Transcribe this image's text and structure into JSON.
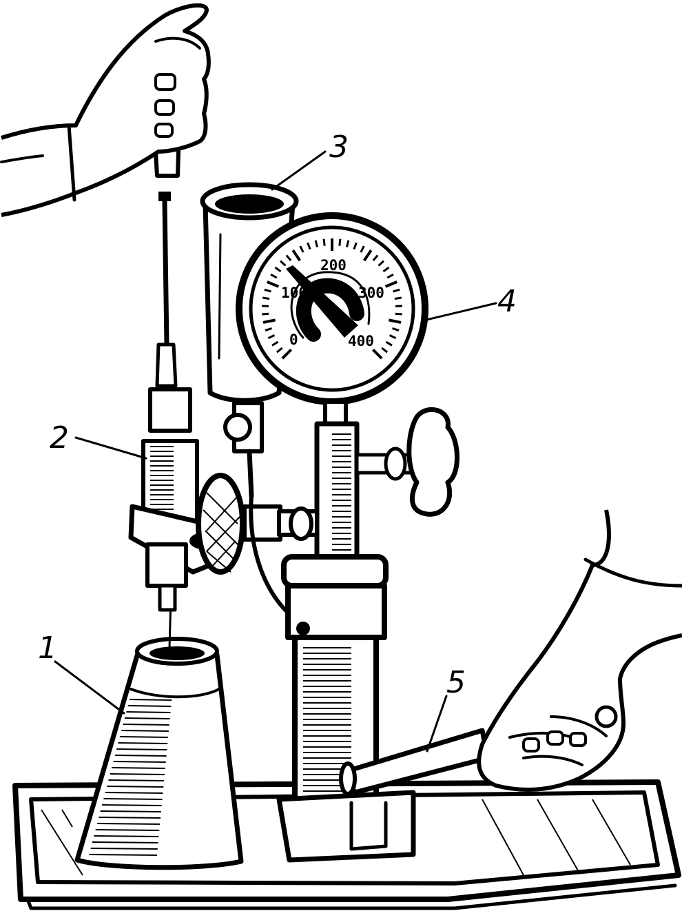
{
  "callouts": {
    "c1": "1",
    "c2": "2",
    "c3": "3",
    "c4": "4",
    "c5": "5"
  },
  "gauge": {
    "label_0": "0",
    "label_100": "100",
    "label_200": "200",
    "label_300": "300",
    "label_400": "400"
  },
  "colors": {
    "ink": "#000000",
    "paper": "#ffffff"
  }
}
